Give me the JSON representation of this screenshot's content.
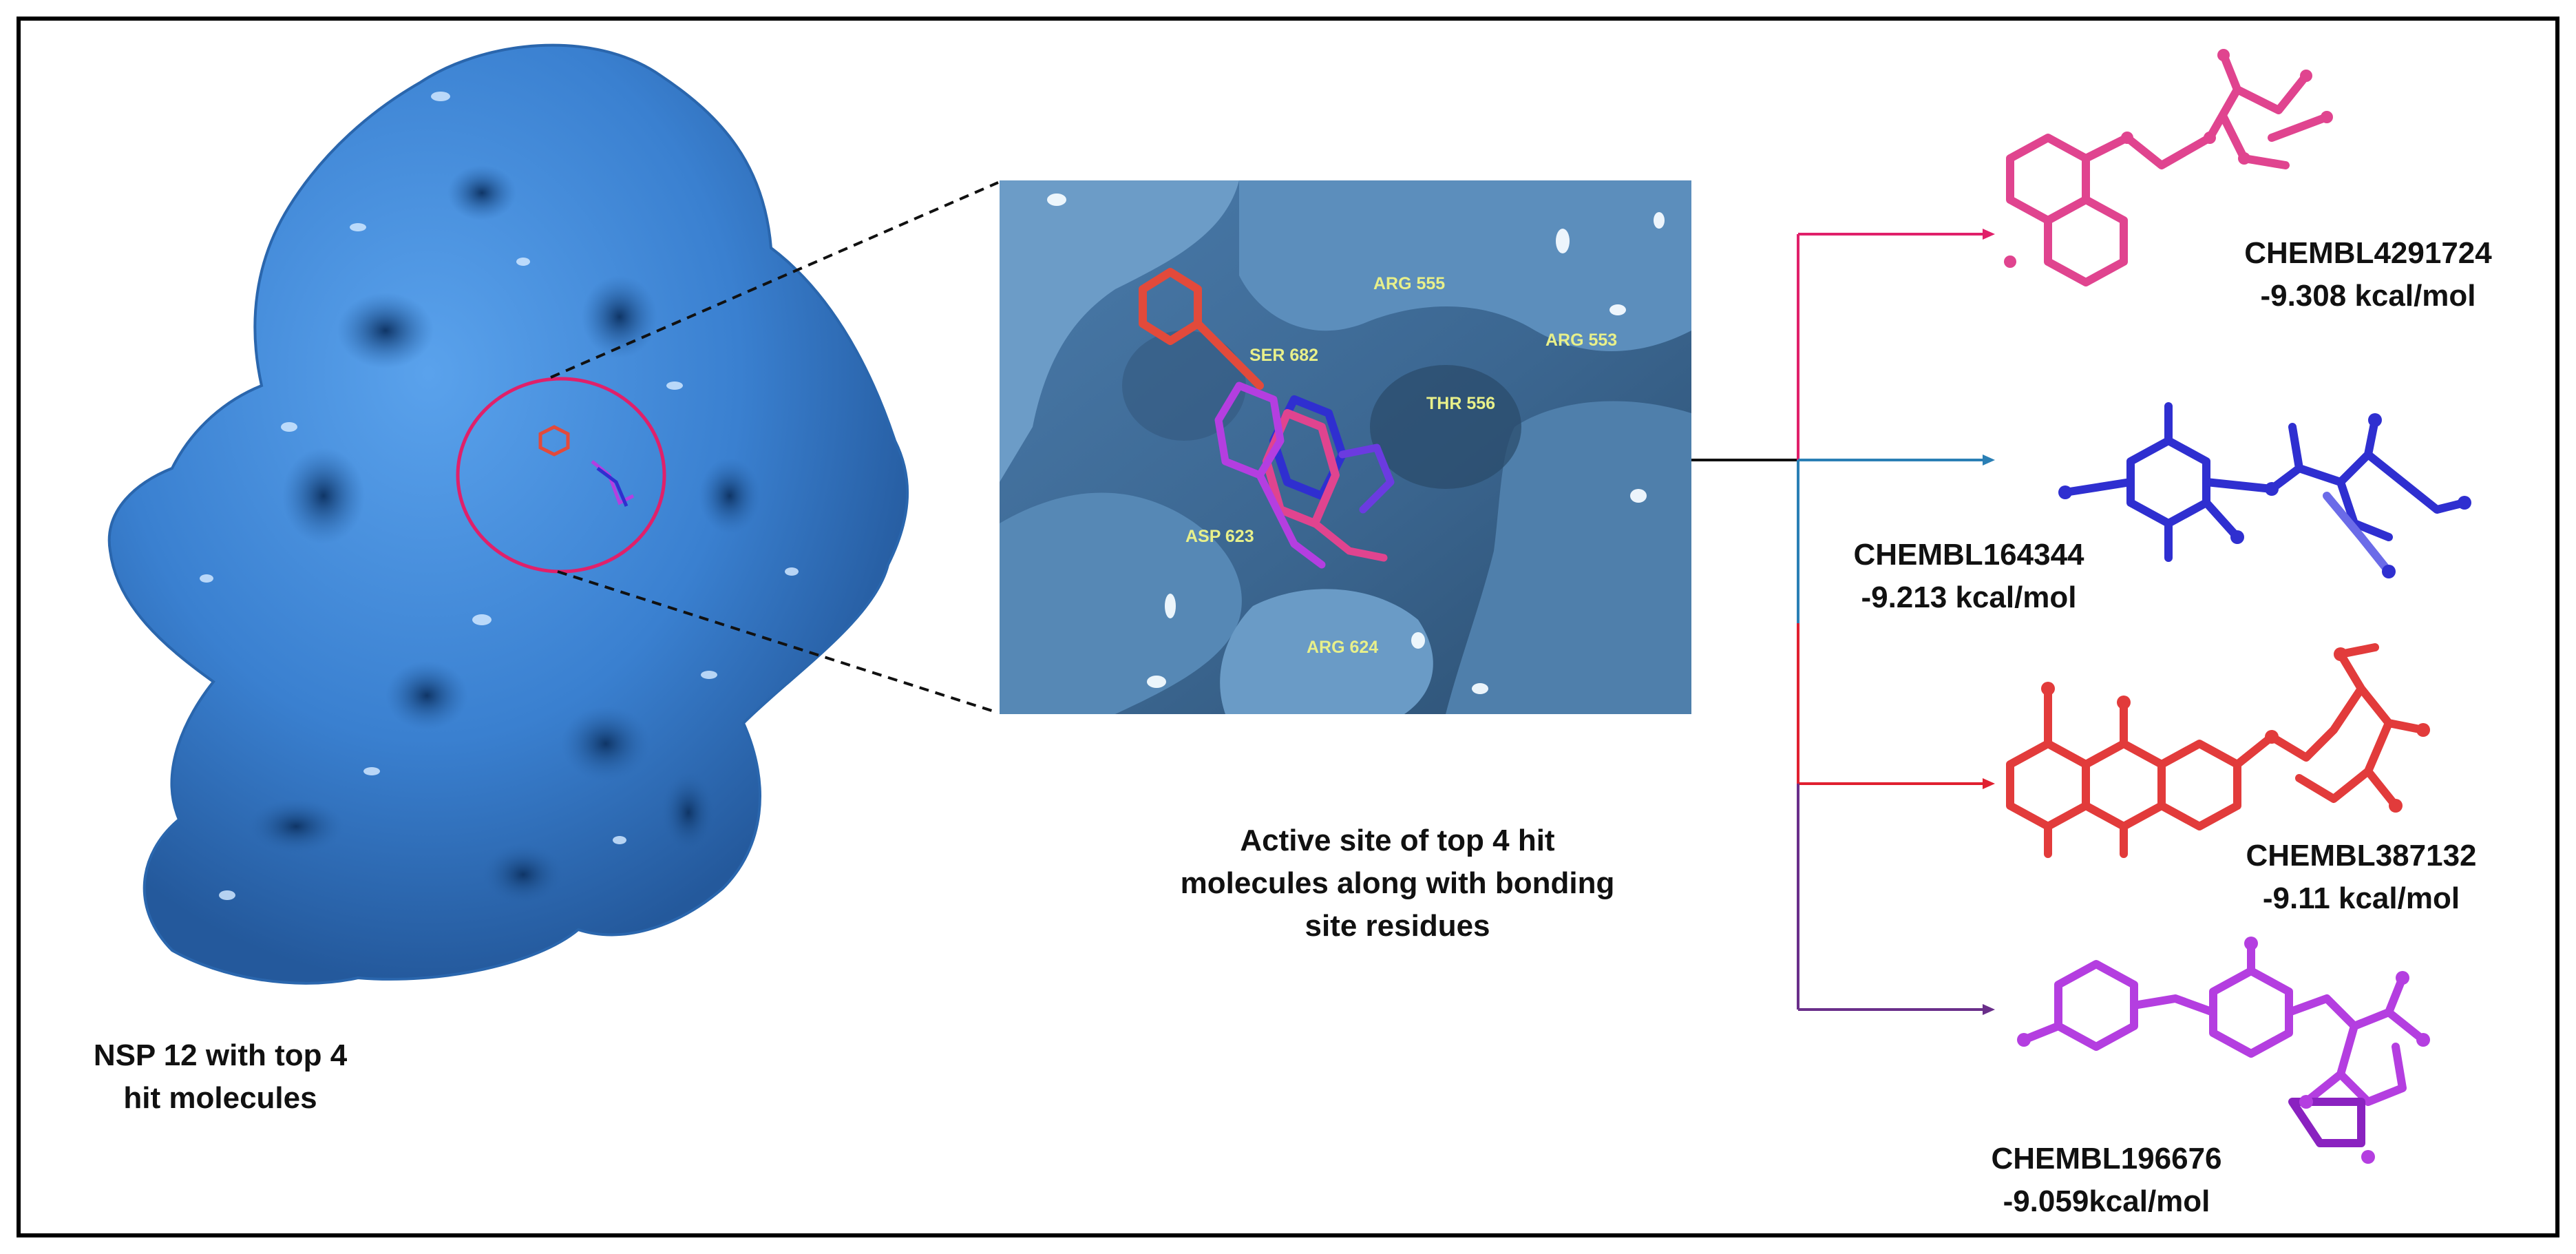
{
  "protein": {
    "caption_line1": "NSP 12 with top 4",
    "caption_line2": "hit molecules",
    "surface_color": "#3f86d6"
  },
  "active_site": {
    "caption_line1": "Active site of top 4 hit",
    "caption_line2": "molecules along with bonding",
    "caption_line3": "site residues",
    "residues": [
      "ARG 555",
      "SER 682",
      "ARG 553",
      "THR 556",
      "ASP 623",
      "ARG 624"
    ]
  },
  "molecules": [
    {
      "id": "CHEMBL4291724",
      "score": "-9.308 kcal/mol",
      "color": "#e0448f"
    },
    {
      "id": "CHEMBL164344",
      "score": "-9.213 kcal/mol",
      "color": "#2f2fd0"
    },
    {
      "id": "CHEMBL387132",
      "score": "-9.11 kcal/mol",
      "color": "#e23b3b"
    },
    {
      "id": "CHEMBL196676",
      "score": "-9.059kcal/mol",
      "color": "#b43ee0"
    }
  ]
}
